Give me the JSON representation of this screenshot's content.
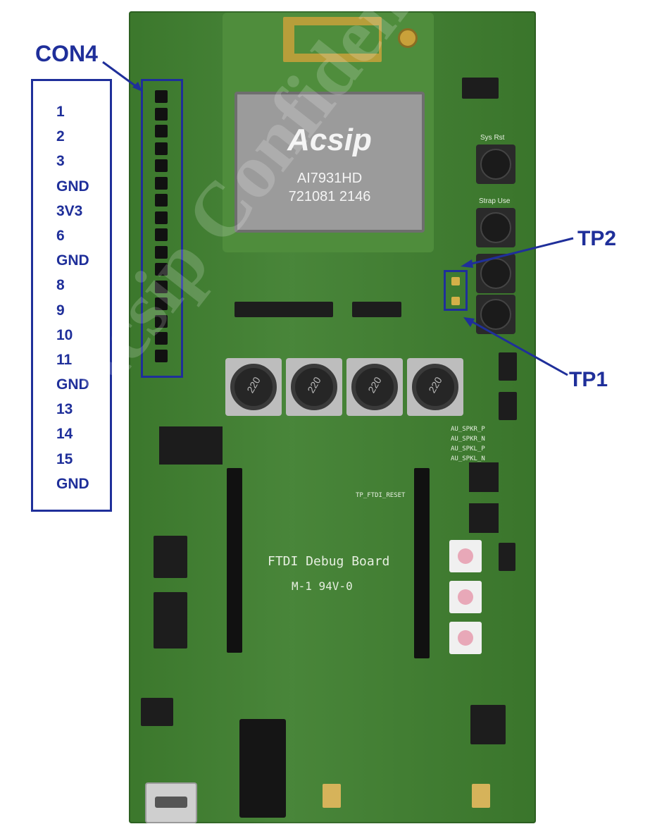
{
  "callouts": {
    "con4": "CON4",
    "tp2": "TP2",
    "tp1": "TP1"
  },
  "pins": [
    "1",
    "2",
    "3",
    "GND",
    "3V3",
    "6",
    "GND",
    "8",
    "9",
    "10",
    "11",
    "GND",
    "13",
    "14",
    "15",
    "GND"
  ],
  "board_text": {
    "module_brand": "Acsip",
    "module_model": "AI7931HD",
    "module_serial": "721081 2146",
    "silk_title": "FTDI Debug Board",
    "silk_rating": "M-1  94V-0",
    "sys_rst": "Sys Rst",
    "strap": "Strap Use",
    "tp_ftdi": "TP_FTDI_RESET",
    "au_spkr_p": "AU_SPKR_P",
    "au_spkr_n": "AU_SPKR_N",
    "au_spkl_p": "AU_SPKL_P",
    "au_spkl_n": "AU_SPKL_N",
    "inductor_marking": "220",
    "watermark": "Acsip Confidential"
  },
  "colors": {
    "callout": "#1f2f9a",
    "pcb": "#3f7f2f"
  }
}
